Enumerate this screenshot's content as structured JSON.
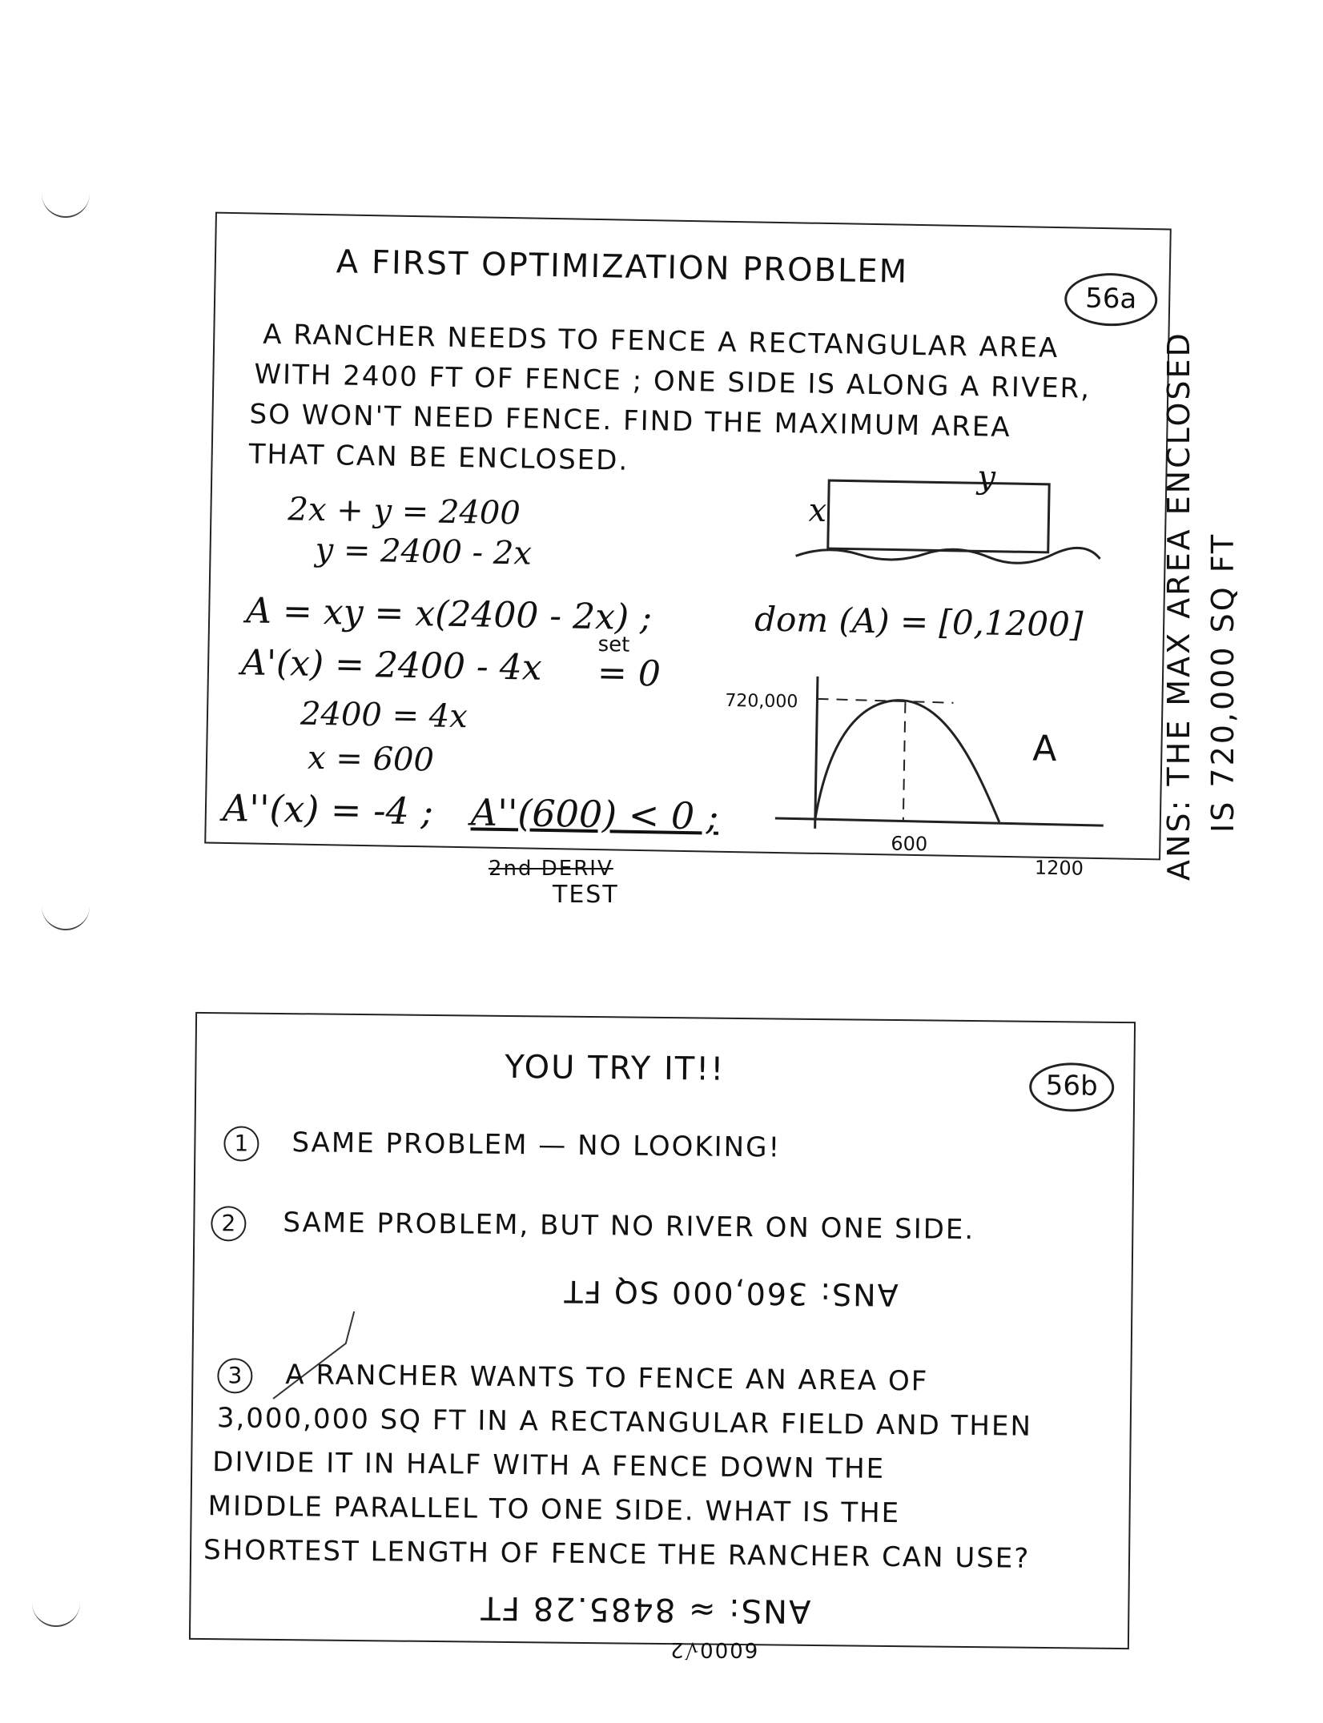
{
  "card1": {
    "title": "A FIRST OPTIMIZATION PROBLEM",
    "label": "56a",
    "problem_lines": [
      "A RANCHER NEEDS TO FENCE A RECTANGULAR AREA",
      "WITH 2400 FT OF FENCE ; ONE SIDE IS ALONG A RIVER,",
      "SO WON'T NEED FENCE. FIND THE MAXIMUM AREA",
      "THAT CAN BE ENCLOSED."
    ],
    "diagram": {
      "x_label": "x",
      "y_label": "y"
    },
    "work": {
      "eq1": "2x + y = 2400",
      "eq2": "y = 2400 - 2x",
      "eq3": "A = xy = x(2400 - 2x) ;",
      "domain": "dom (A) = [0,1200]",
      "eq4": "A'(x) = 2400 - 4x",
      "set": "set",
      "eq4_rhs": "= 0",
      "eq5": "2400 = 4x",
      "eq6": "x = 600",
      "eq7": "A''(x) = -4 ;",
      "eq7b": "A''(600) < 0 ;",
      "test_note_1": "2nd DERIV",
      "test_note_2": "TEST"
    },
    "graph": {
      "y_tick": "720,000",
      "x_tick_1": "600",
      "x_tick_2": "1200",
      "curve_label": "A"
    },
    "side_answer_1": "ANS: THE MAX AREA ENCLOSED",
    "side_answer_2": "IS 720,000 SQ FT"
  },
  "card2": {
    "title": "YOU TRY IT!!",
    "label": "56b",
    "items": [
      {
        "num": "1",
        "text": "SAME PROBLEM — NO LOOKING!"
      },
      {
        "num": "2",
        "text": "SAME PROBLEM, BUT NO RIVER ON ONE SIDE.",
        "answer": "ANS: 360,000 SQ FT"
      },
      {
        "num": "3",
        "lines": [
          "A RANCHER WANTS TO FENCE AN AREA OF",
          "3,000,000 SQ FT IN A RECTANGULAR FIELD AND THEN",
          "DIVIDE IT IN HALF WITH A FENCE DOWN THE",
          "MIDDLE PARALLEL TO ONE SIDE. WHAT IS THE",
          "SHORTEST LENGTH OF FENCE THE RANCHER CAN USE?"
        ],
        "answer": "ANS: ≈ 8485.28 FT",
        "answer_note": "6000√2"
      }
    ]
  }
}
